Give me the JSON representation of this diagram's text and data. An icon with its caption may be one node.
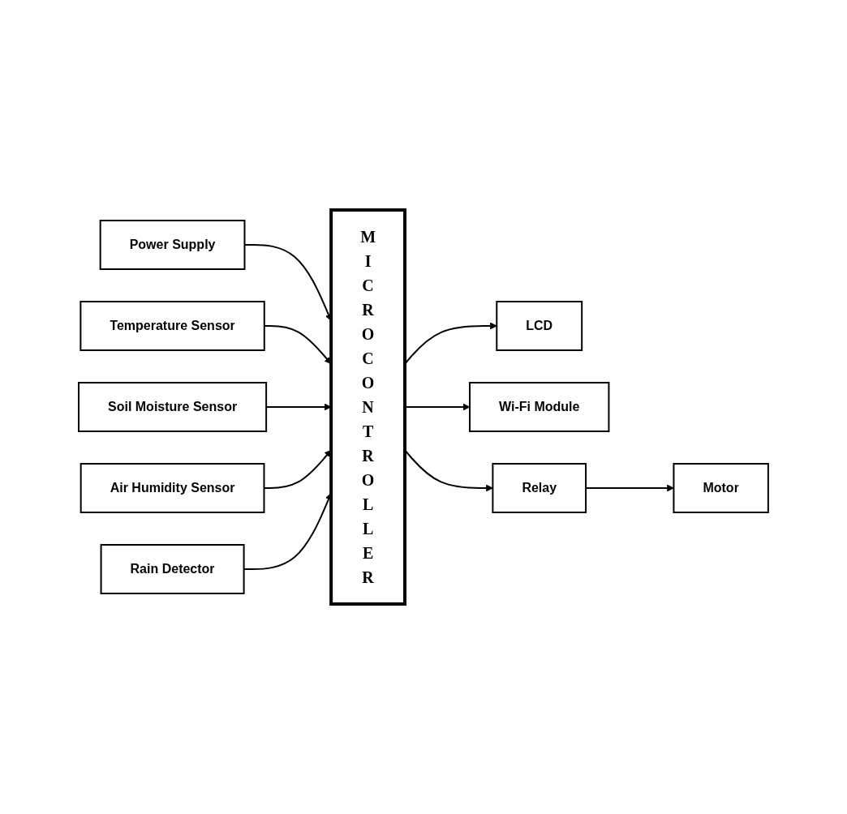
{
  "diagram": {
    "nodes": [
      {
        "text": [
          "Power Supply"
        ]
      },
      {
        "text": [
          "Temperature Sensor"
        ]
      },
      {
        "text": [
          "Soil Moisture Sensor"
        ]
      },
      {
        "text": [
          "Air Humidity Sensor"
        ]
      },
      {
        "text": [
          "Rain Detector"
        ]
      },
      {
        "text": [
          "MICROCONTROLLER"
        ]
      },
      {
        "text": [
          "LCD"
        ]
      },
      {
        "text": [
          "Wi-Fi Module"
        ]
      },
      {
        "text": [
          "Relay"
        ]
      },
      {
        "text": [
          "Motor"
        ]
      }
    ],
    "edges": [
      {
        "from": 0,
        "to": 5,
        "arrow": "to"
      },
      {
        "from": 1,
        "to": 5,
        "arrow": "to"
      },
      {
        "from": 2,
        "to": 5,
        "arrow": "to"
      },
      {
        "from": 3,
        "to": 5,
        "arrow": "to"
      },
      {
        "from": 4,
        "to": 5,
        "arrow": "to"
      },
      {
        "from": 5,
        "to": 6,
        "arrow": "to"
      },
      {
        "from": 5,
        "to": 7,
        "arrow": "to"
      },
      {
        "from": 5,
        "to": 8,
        "arrow": "to"
      },
      {
        "from": 8,
        "to": 9,
        "arrow": "to"
      }
    ]
  }
}
